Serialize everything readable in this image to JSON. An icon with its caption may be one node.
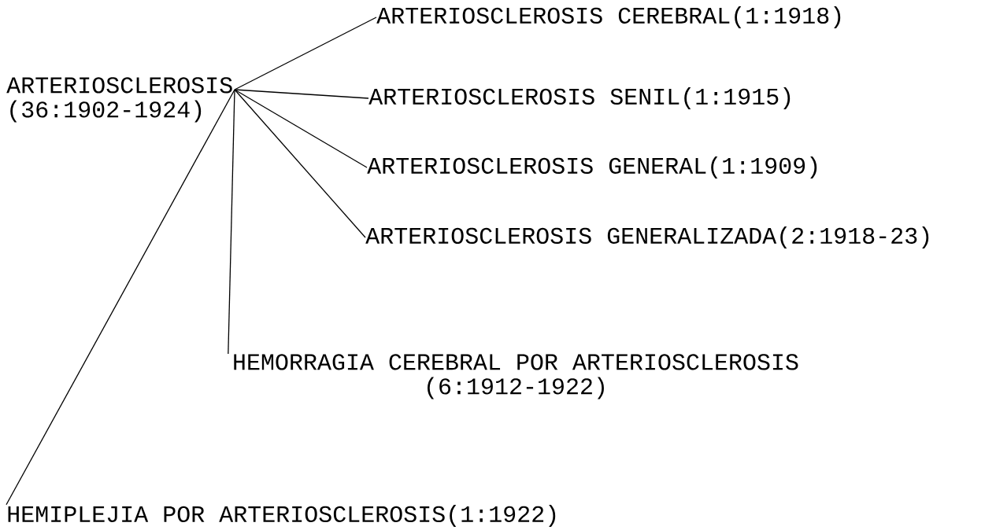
{
  "diagram": {
    "nodes": [
      {
        "text": [
          "ARTERIOSCLEROSIS (36:1902-1924)"
        ]
      },
      {
        "text": [
          "ARTERIOSCLEROSIS CEREBRAL(1:1918)"
        ]
      },
      {
        "text": [
          "ARTERIOSCLEROSIS SENIL(1:1915)"
        ]
      },
      {
        "text": [
          "ARTERIOSCLEROSIS GENERAL(1:1909)"
        ]
      },
      {
        "text": [
          "ARTERIOSCLEROSIS GENERALIZADA(2:1918-23)"
        ]
      },
      {
        "text": [
          "HEMORRAGIA CEREBRAL POR ARTERIOSCLEROSIS (6:1912-1922)"
        ]
      },
      {
        "text": [
          "HEMIPLEJIA POR ARTERIOSCLEROSIS(1:1922)"
        ]
      }
    ],
    "edges": [
      {
        "from": 0,
        "to": 1,
        "arrow": "none"
      },
      {
        "from": 0,
        "to": 2,
        "arrow": "none"
      },
      {
        "from": 0,
        "to": 3,
        "arrow": "none"
      },
      {
        "from": 0,
        "to": 4,
        "arrow": "none"
      },
      {
        "from": 0,
        "to": 5,
        "arrow": "none"
      },
      {
        "from": 0,
        "to": 6,
        "arrow": "none"
      }
    ]
  }
}
